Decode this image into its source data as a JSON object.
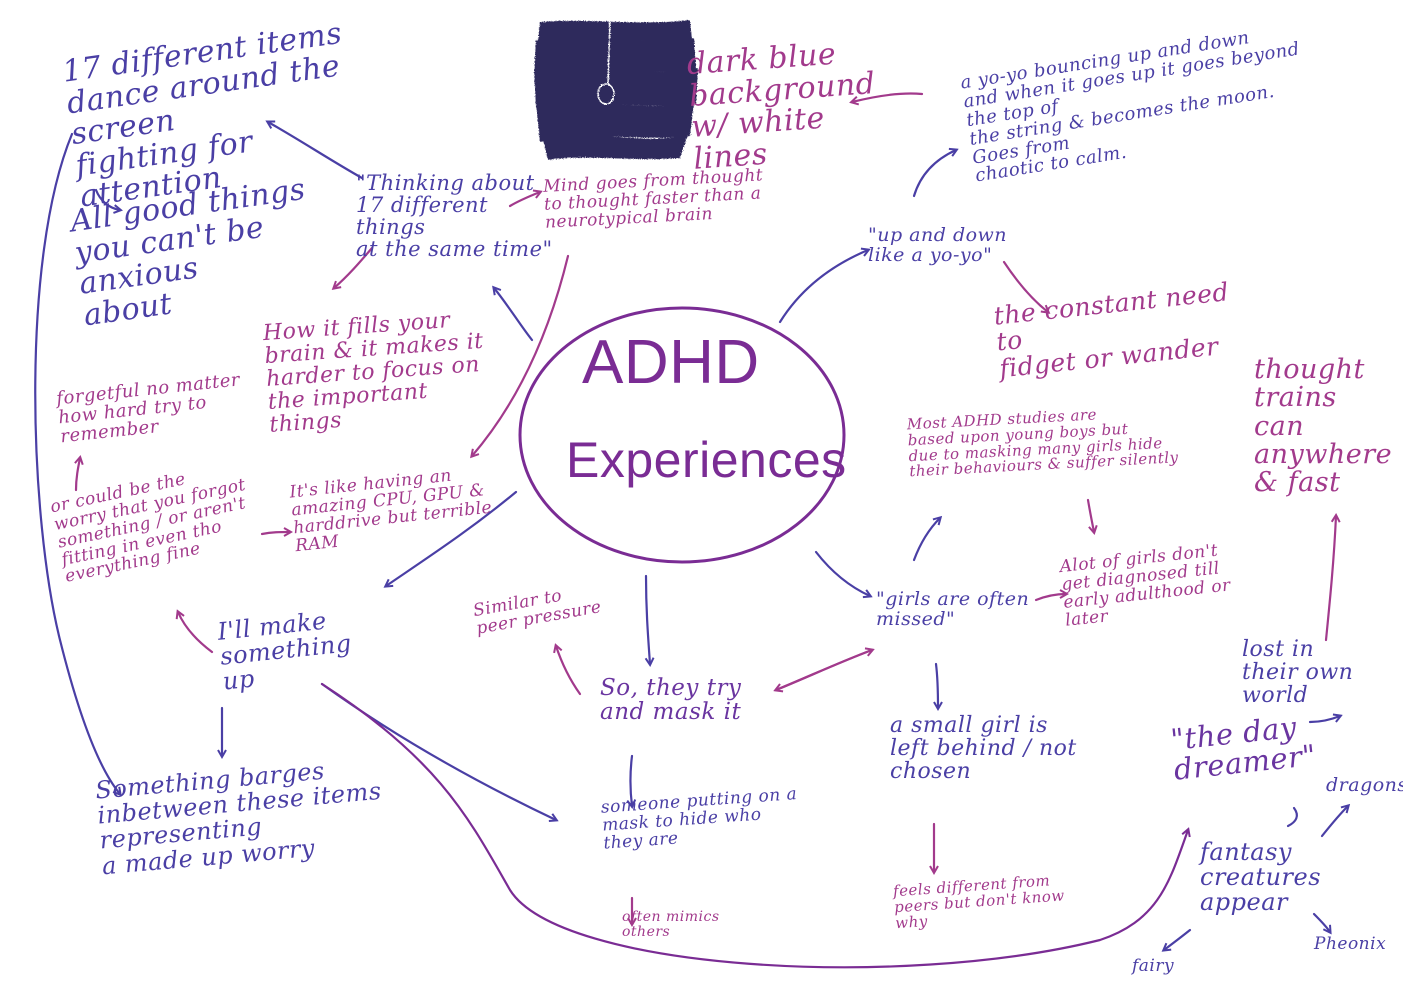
{
  "colors": {
    "blue": "#3d3a9c",
    "purple": "#7a2c94",
    "magenta": "#a23a8c",
    "violet": "#6a35a0",
    "dark_swatch": "#2e2a5c"
  },
  "center": {
    "line1": "ADHD",
    "line2": "Experiences"
  },
  "notes": {
    "items17": "17 different items\ndance around the screen\nfighting for attention",
    "good_things": "All good things\nyou can't be anxious\nabout",
    "thinking": "\"Thinking about\n17 different things\nat the same time\"",
    "mind_goes": "Mind goes from thought\nto thought faster than a\nneurotypical brain",
    "dark_blue": "dark blue\nbackground\nw/ white lines",
    "yoyo_desc": "a yo-yo bouncing up and down\nand when it goes up it goes beyond the top of\nthe string & becomes the moon. Goes from\nchaotic to calm.",
    "up_down": "\"up and down\nlike a yo-yo\"",
    "constant_need": "the constant need to\nfidget or wander",
    "thought_trains": "thought\ntrains can\nanywhere\n& fast",
    "how_fills": "How it fills your\nbrain & it makes it\nharder to focus on\nthe important things",
    "forgetful": "forgetful no matter\nhow hard try to\nremember",
    "could_be": "or could be the\nworry that you forgot\nsomething / or aren't\nfitting in even tho\neverything fine",
    "like_cpu": "It's like having an\namazing CPU, GPU &\nharddrive but terrible\nRAM",
    "most_studies": "Most ADHD studies are\nbased upon young boys but\ndue to masking many girls hide\ntheir behaviours & suffer silently",
    "girls_missed": "\"girls are often\nmissed\"",
    "alot_girls": "Alot of girls don't\nget diagnosed till\nearly adulthood or later",
    "similar_peer": "Similar to\npeer pressure",
    "make_up": "I'll make\nsomething up",
    "mask_it": "So, they try\nand mask it",
    "small_girl": "a small girl is\nleft behind / not\nchosen",
    "lost_world": "lost in\ntheir own\nworld",
    "day_dreamer": "\"the day\ndreamer\"",
    "dragons": "dragons",
    "something_barges": "Something barges\ninbetween these items representing\na made up worry",
    "someone_mask": "someone putting on a\nmask to hide who\nthey are",
    "often_mimics": "often mimics\nothers",
    "feels_different": "feels different from\npeers but don't know why",
    "fantasy": "fantasy\ncreatures\nappear",
    "fairy": "fairy",
    "phoenix": "Pheonix"
  }
}
